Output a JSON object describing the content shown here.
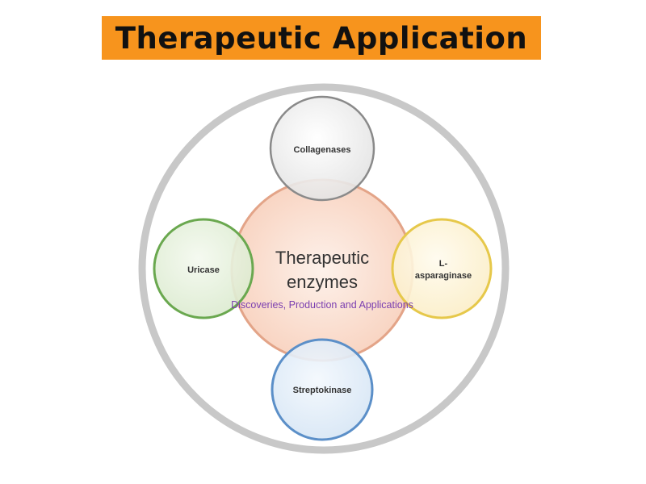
{
  "title": "Therapeutic Application",
  "center": {
    "line1": "Therapeutic",
    "line2": "enzymes",
    "subtitle": "Discoveries, Production and Applications"
  },
  "nodes": {
    "top": "Collagenases",
    "left": "Uricase",
    "right_line1": "L-",
    "right_line2": "asparaginase",
    "bottom": "Streptokinase"
  },
  "colors": {
    "banner": "#f7941d",
    "outer_ring": "#c8c8c8",
    "center_stroke": "#e3a488",
    "center_fill": "#fbe3d6",
    "top_stroke": "#8a8a8a",
    "left_stroke": "#6aa84f",
    "right_stroke": "#e6c84a",
    "bottom_stroke": "#5b8fc8",
    "subtitle": "#7b3fb0"
  }
}
